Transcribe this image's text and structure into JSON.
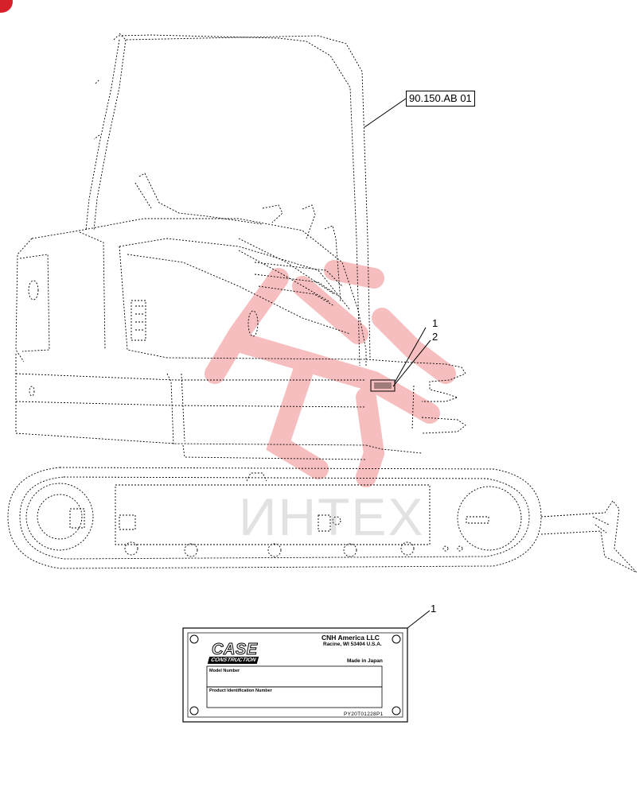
{
  "watermark": {
    "text": "ИНТЕХ",
    "logo_color": "#f08a8a"
  },
  "reference_label": "90.150.AB 01",
  "callouts": [
    {
      "id": "callout-1-upper",
      "text": "1"
    },
    {
      "id": "callout-2-upper",
      "text": "2"
    },
    {
      "id": "callout-1-plate",
      "text": "1"
    }
  ],
  "plate": {
    "brand": "CASE",
    "brand_sub": "CONSTRUCTION",
    "company": "CNH America LLC",
    "address": "Racine, WI 53404  U.S.A.",
    "made_in": "Made in Japan",
    "field_model": "Model Number",
    "field_pin": "Product Identification Number",
    "plate_code": "PY20T01228P1"
  },
  "colors": {
    "line": "#000000",
    "badge": "#d6202a"
  }
}
